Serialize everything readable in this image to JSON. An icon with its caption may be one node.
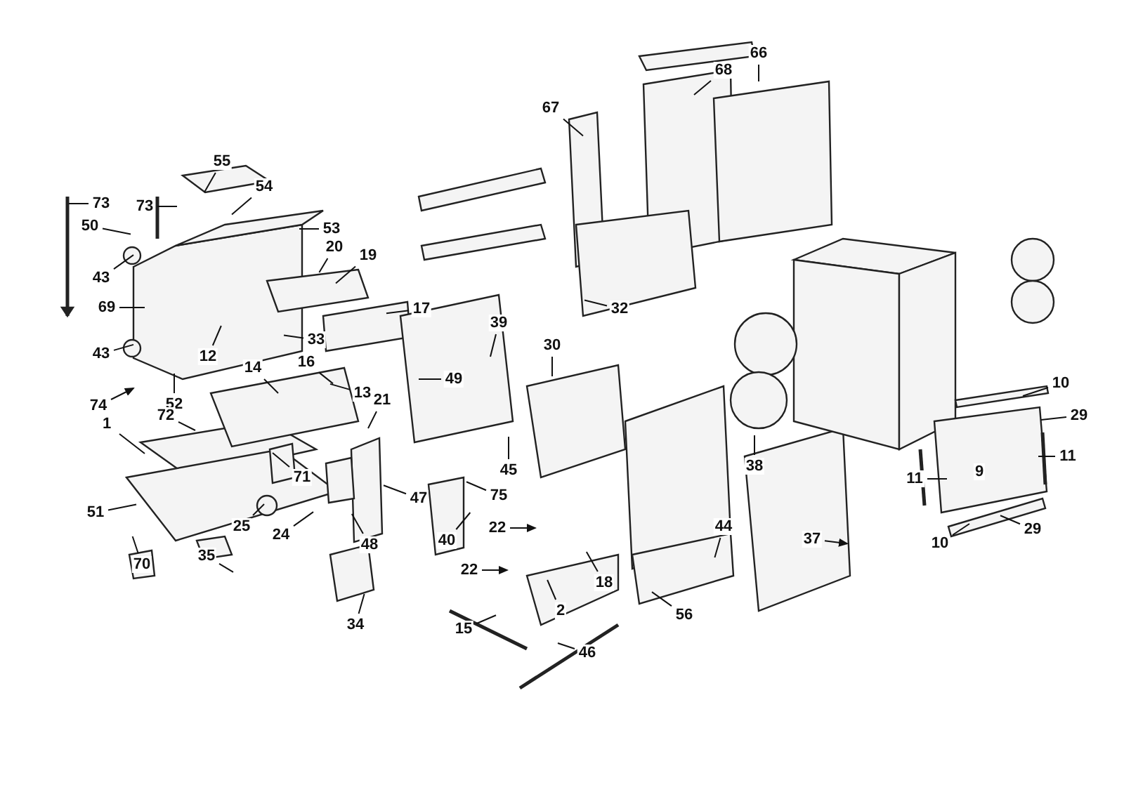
{
  "diagram": {
    "nodes": [
      {
        "text": [
          "66"
        ]
      },
      {
        "text": [
          "68"
        ]
      },
      {
        "text": [
          "67"
        ]
      },
      {
        "text": [
          "55"
        ]
      },
      {
        "text": [
          "54"
        ]
      },
      {
        "text": [
          "73"
        ]
      },
      {
        "text": [
          "73"
        ]
      },
      {
        "text": [
          "50"
        ]
      },
      {
        "text": [
          "53"
        ]
      },
      {
        "text": [
          "20"
        ]
      },
      {
        "text": [
          "19"
        ]
      },
      {
        "text": [
          "43"
        ]
      },
      {
        "text": [
          "69"
        ]
      },
      {
        "text": [
          "32"
        ]
      },
      {
        "text": [
          "17"
        ]
      },
      {
        "text": [
          "39"
        ]
      },
      {
        "text": [
          "30"
        ]
      },
      {
        "text": [
          "33"
        ]
      },
      {
        "text": [
          "16"
        ]
      },
      {
        "text": [
          "43"
        ]
      },
      {
        "text": [
          "14"
        ]
      },
      {
        "text": [
          "12"
        ]
      },
      {
        "text": [
          "49"
        ]
      },
      {
        "text": [
          "13"
        ]
      },
      {
        "text": [
          "21"
        ]
      },
      {
        "text": [
          "10"
        ]
      },
      {
        "text": [
          "74"
        ]
      },
      {
        "text": [
          "52"
        ]
      },
      {
        "text": [
          "72"
        ]
      },
      {
        "text": [
          "29"
        ]
      },
      {
        "text": [
          "1"
        ]
      },
      {
        "text": [
          "11"
        ]
      },
      {
        "text": [
          "11"
        ]
      },
      {
        "text": [
          "45"
        ]
      },
      {
        "text": [
          "71"
        ]
      },
      {
        "text": [
          "38"
        ]
      },
      {
        "text": [
          "47"
        ]
      },
      {
        "text": [
          "75"
        ]
      },
      {
        "text": [
          "40"
        ]
      },
      {
        "text": [
          "48"
        ]
      },
      {
        "text": [
          "51"
        ]
      },
      {
        "text": [
          "25"
        ]
      },
      {
        "text": [
          "24"
        ]
      },
      {
        "text": [
          "37"
        ]
      },
      {
        "text": [
          "44"
        ]
      },
      {
        "text": [
          "22"
        ]
      },
      {
        "text": [
          "10"
        ]
      },
      {
        "text": [
          "29"
        ]
      },
      {
        "text": [
          "35"
        ]
      },
      {
        "text": [
          "22"
        ]
      },
      {
        "text": [
          "18"
        ]
      },
      {
        "text": [
          "2"
        ]
      },
      {
        "text": [
          "34"
        ]
      },
      {
        "text": [
          "15"
        ]
      },
      {
        "text": [
          "56"
        ]
      },
      {
        "text": [
          "46"
        ]
      },
      {
        "text": [
          "70"
        ]
      }
    ],
    "edges": [
      {
        "from": 0,
        "to": null,
        "arrow": "none"
      },
      {
        "from": 1,
        "to": null,
        "arrow": "none"
      },
      {
        "from": 2,
        "to": null,
        "arrow": "none"
      },
      {
        "from": 3,
        "to": null,
        "arrow": "none"
      },
      {
        "from": 4,
        "to": null,
        "arrow": "none"
      },
      {
        "from": 5,
        "to": null,
        "arrow": "none"
      },
      {
        "from": 6,
        "to": null,
        "arrow": "none"
      },
      {
        "from": 7,
        "to": null,
        "arrow": "none"
      },
      {
        "from": 8,
        "to": null,
        "arrow": "none"
      },
      {
        "from": 9,
        "to": null,
        "arrow": "none"
      },
      {
        "from": 10,
        "to": null,
        "arrow": "none"
      },
      {
        "from": 11,
        "to": null,
        "arrow": "none"
      },
      {
        "from": 12,
        "to": null,
        "arrow": "none"
      },
      {
        "from": 13,
        "to": null,
        "arrow": "none"
      },
      {
        "from": 14,
        "to": null,
        "arrow": "none"
      },
      {
        "from": 15,
        "to": null,
        "arrow": "none"
      },
      {
        "from": 16,
        "to": null,
        "arrow": "none"
      },
      {
        "from": 17,
        "to": null,
        "arrow": "none"
      },
      {
        "from": 18,
        "to": null,
        "arrow": "none"
      },
      {
        "from": 19,
        "to": null,
        "arrow": "none"
      },
      {
        "from": 20,
        "to": null,
        "arrow": "none"
      },
      {
        "from": 21,
        "to": null,
        "arrow": "none"
      },
      {
        "from": 22,
        "to": null,
        "arrow": "none"
      },
      {
        "from": 23,
        "to": null,
        "arrow": "none"
      },
      {
        "from": 24,
        "to": null,
        "arrow": "none"
      },
      {
        "from": 25,
        "to": null,
        "arrow": "none"
      },
      {
        "from": 26,
        "to": null,
        "arrow": "to"
      },
      {
        "from": 27,
        "to": null,
        "arrow": "none"
      },
      {
        "from": 28,
        "to": null,
        "arrow": "none"
      },
      {
        "from": 29,
        "to": null,
        "arrow": "none"
      },
      {
        "from": 30,
        "to": null,
        "arrow": "none"
      },
      {
        "from": 31,
        "to": null,
        "arrow": "none"
      },
      {
        "from": 32,
        "to": null,
        "arrow": "none"
      },
      {
        "from": 33,
        "to": null,
        "arrow": "none"
      },
      {
        "from": 34,
        "to": null,
        "arrow": "none"
      },
      {
        "from": 35,
        "to": null,
        "arrow": "none"
      },
      {
        "from": 36,
        "to": null,
        "arrow": "none"
      },
      {
        "from": 37,
        "to": null,
        "arrow": "none"
      },
      {
        "from": 38,
        "to": null,
        "arrow": "none"
      },
      {
        "from": 39,
        "to": null,
        "arrow": "none"
      },
      {
        "from": 40,
        "to": null,
        "arrow": "none"
      },
      {
        "from": 41,
        "to": null,
        "arrow": "none"
      },
      {
        "from": 42,
        "to": null,
        "arrow": "none"
      },
      {
        "from": 43,
        "to": null,
        "arrow": "to"
      },
      {
        "from": 44,
        "to": null,
        "arrow": "none"
      },
      {
        "from": 45,
        "to": null,
        "arrow": "to"
      },
      {
        "from": 46,
        "to": null,
        "arrow": "none"
      },
      {
        "from": 47,
        "to": null,
        "arrow": "none"
      },
      {
        "from": 48,
        "to": null,
        "arrow": "none"
      },
      {
        "from": 49,
        "to": null,
        "arrow": "to"
      },
      {
        "from": 50,
        "to": null,
        "arrow": "none"
      },
      {
        "from": 51,
        "to": null,
        "arrow": "none"
      },
      {
        "from": 52,
        "to": null,
        "arrow": "none"
      },
      {
        "from": 53,
        "to": null,
        "arrow": "none"
      },
      {
        "from": 54,
        "to": null,
        "arrow": "none"
      },
      {
        "from": 55,
        "to": null,
        "arrow": "none"
      },
      {
        "from": 56,
        "to": null,
        "arrow": "none"
      }
    ],
    "labels": [
      "9"
    ]
  }
}
